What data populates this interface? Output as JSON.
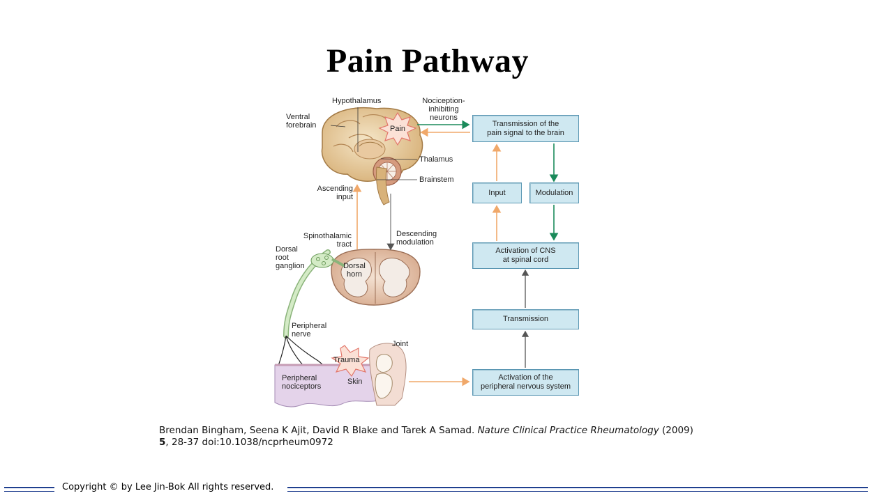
{
  "title": "Pain Pathway",
  "diagram": {
    "labels": {
      "hypothalamus": "Hypothalamus",
      "ventral_forebrain": [
        "Ventral",
        "forebrain"
      ],
      "nociception_inhibiting": [
        "Nociception-",
        "inhibiting",
        "neurons"
      ],
      "pain": "Pain",
      "thalamus": "Thalamus",
      "brainstem": "Brainstem",
      "ascending_input": [
        "Ascending",
        "input"
      ],
      "spinothalamic_tract": [
        "Spinothalamic",
        "tract"
      ],
      "descending_modulation": [
        "Descending",
        "modulation"
      ],
      "dorsal_root_ganglion": [
        "Dorsal",
        "root",
        "ganglion"
      ],
      "dorsal_horn": [
        "Dorsal",
        "horn"
      ],
      "peripheral_nerve": [
        "Peripheral",
        "nerve"
      ],
      "joint": "Joint",
      "trauma": "Trauma",
      "skin": "Skin",
      "peripheral_nociceptors": [
        "Peripheral",
        "nociceptors"
      ]
    },
    "flow_boxes": {
      "transmission_to_brain": [
        "Transmission of the",
        "pain signal to the brain"
      ],
      "input": "Input",
      "modulation": "Modulation",
      "activation_cns": [
        "Activation of CNS",
        "at spinal cord"
      ],
      "transmission": "Transmission",
      "activation_pns": [
        "Activation of the",
        "peripheral nervous system"
      ]
    }
  },
  "citation": {
    "authors": "Brendan Bingham, Seena K Ajit, David R Blake and Tarek A Samad. ",
    "journal": "Nature Clinical Practice Rheumatology",
    "year": " (2009)",
    "volume": "5",
    "pages_doi": ",  28-37 doi:10.1038/ncprheum0972"
  },
  "footer": {
    "copyright": "Copyright © by Lee Jin-Bok  All rights reserved."
  },
  "colors": {
    "box_fill": "#cfe8f1",
    "box_border": "#5b97b3",
    "arrow_orange": "#f0a86a",
    "arrow_green": "#1a8a5a",
    "footer_rule": "#1f3f8f"
  }
}
